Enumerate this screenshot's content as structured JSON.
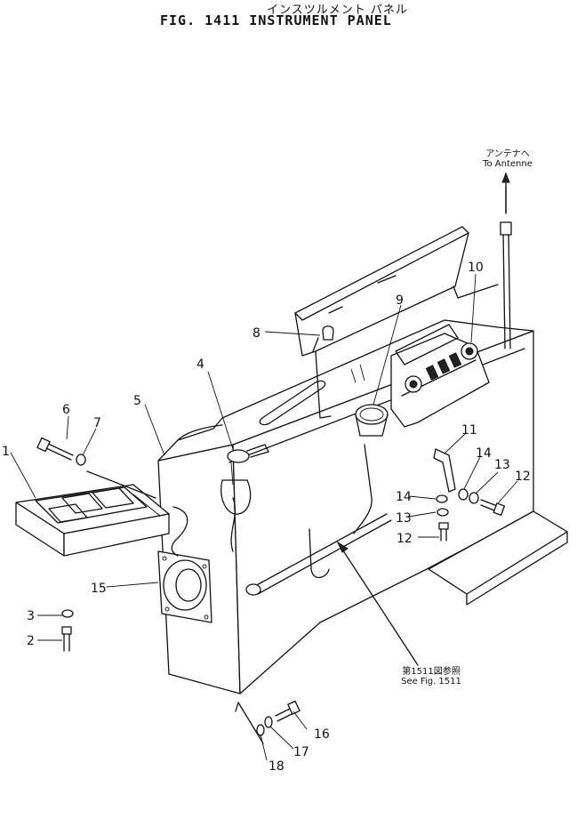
{
  "figure": {
    "title_jp": "インスツルメント パネル",
    "title_en": "FIG. 1411  INSTRUMENT PANEL"
  },
  "notes": {
    "antenna_jp": "アンテナへ",
    "antenna_en": "To Antenne",
    "see_fig_jp": "第1511図参照",
    "see_fig_en": "See Fig. 1511"
  },
  "callouts": [
    {
      "id": "c1",
      "label": "1"
    },
    {
      "id": "c2",
      "label": "2"
    },
    {
      "id": "c3",
      "label": "3"
    },
    {
      "id": "c4",
      "label": "4"
    },
    {
      "id": "c5",
      "label": "5"
    },
    {
      "id": "c6",
      "label": "6"
    },
    {
      "id": "c7",
      "label": "7"
    },
    {
      "id": "c8",
      "label": "8"
    },
    {
      "id": "c9",
      "label": "9"
    },
    {
      "id": "c10",
      "label": "10"
    },
    {
      "id": "c11",
      "label": "11"
    },
    {
      "id": "c12a",
      "label": "12"
    },
    {
      "id": "c12b",
      "label": "12"
    },
    {
      "id": "c13a",
      "label": "13"
    },
    {
      "id": "c13b",
      "label": "13"
    },
    {
      "id": "c14a",
      "label": "14"
    },
    {
      "id": "c14b",
      "label": "14"
    },
    {
      "id": "c15",
      "label": "15"
    },
    {
      "id": "c16",
      "label": "16"
    },
    {
      "id": "c17",
      "label": "17"
    },
    {
      "id": "c18",
      "label": "18"
    }
  ]
}
